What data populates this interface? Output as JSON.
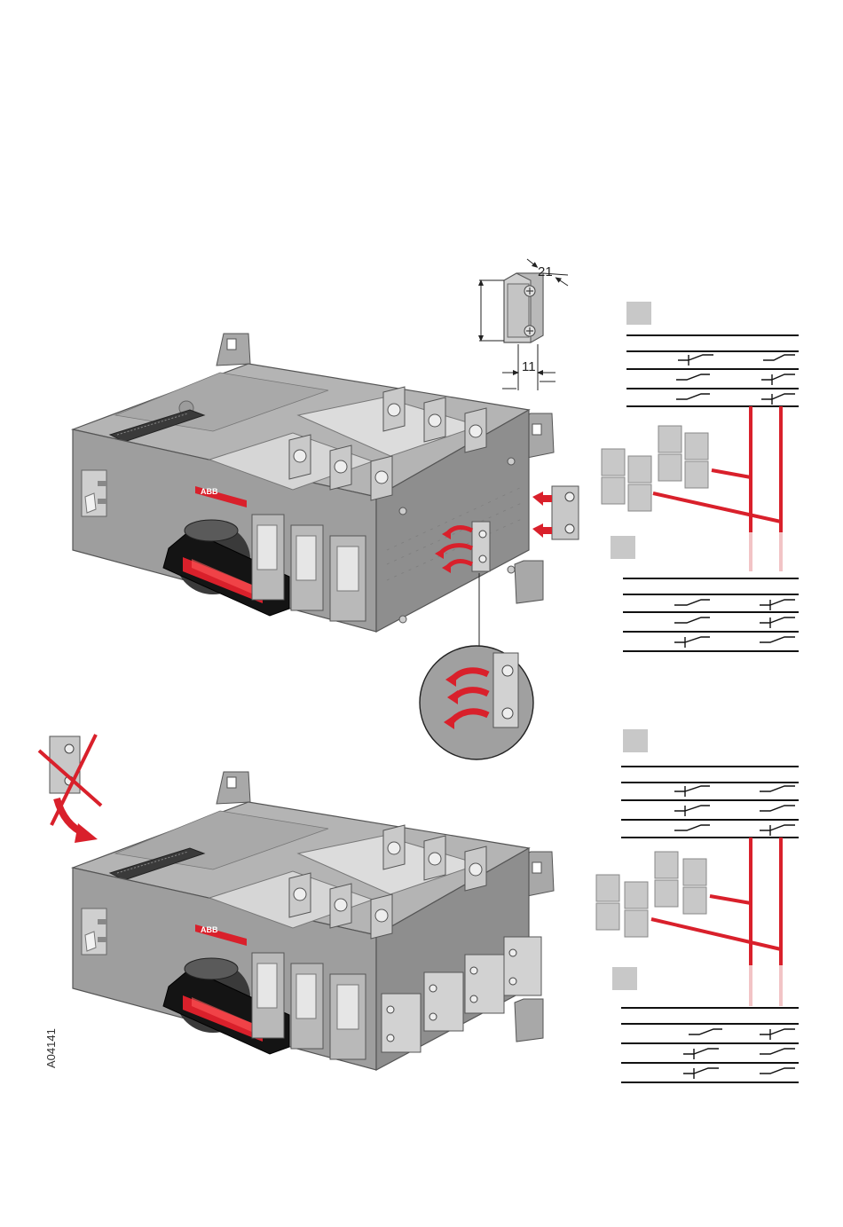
{
  "dimensions": {
    "width_label": "21",
    "pitch_label": "11"
  },
  "brand": {
    "label": "ABB"
  },
  "document": {
    "code": "A04141"
  },
  "colors": {
    "accent_red": "#d9202b",
    "body_grey": "#9a9a9a",
    "panel_grey": "#c9c9c9",
    "handle_black": "#1a1a1a",
    "frame_grey": "#b8b8b8"
  },
  "icons": {
    "rotate_arrow": "curved-red-arrow",
    "insert_arrow": "red-arrow",
    "remove_mark": "red-cross",
    "remove_arrow": "red-curved-arrow-down"
  }
}
